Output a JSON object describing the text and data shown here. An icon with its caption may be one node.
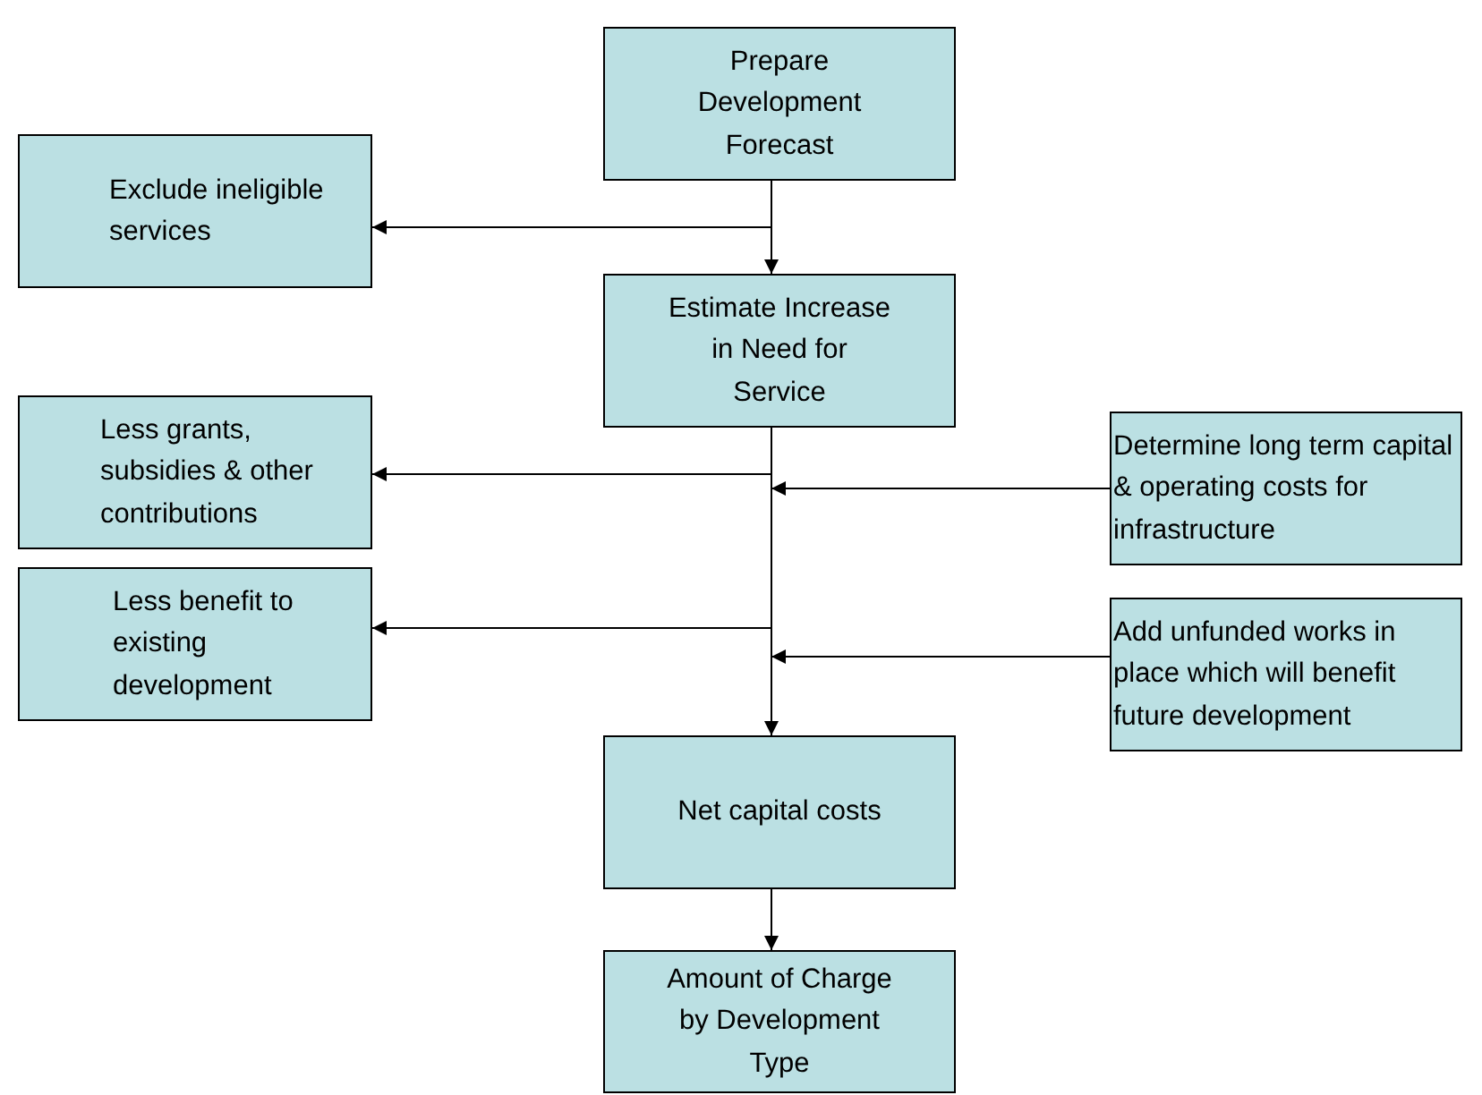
{
  "diagram": {
    "nodes": [
      {
        "text": [
          "Prepare Development Forecast"
        ]
      },
      {
        "text": [
          "Exclude ineligible services"
        ]
      },
      {
        "text": [
          "Estimate Increase in Need for Service"
        ]
      },
      {
        "text": [
          "Less grants, subsidies & other contributions"
        ]
      },
      {
        "text": [
          "Determine long term capital & operating costs for infrastructure"
        ]
      },
      {
        "text": [
          "Less benefit to existing development"
        ]
      },
      {
        "text": [
          "Add unfunded works in place which will benefit future development"
        ]
      },
      {
        "text": [
          "Net capital costs"
        ]
      },
      {
        "text": [
          "Amount of Charge by Development Type"
        ]
      }
    ],
    "edges": [
      {
        "from": 0,
        "to": 2,
        "arrow": "to"
      },
      {
        "from": 0,
        "to": 1,
        "arrow": "to"
      },
      {
        "from": 2,
        "to": 7,
        "arrow": "to"
      },
      {
        "from": 2,
        "to": 3,
        "arrow": "to"
      },
      {
        "from": 2,
        "to": 5,
        "arrow": "to"
      },
      {
        "from": 4,
        "to": 7,
        "arrow": "to"
      },
      {
        "from": 6,
        "to": 7,
        "arrow": "to"
      },
      {
        "from": 7,
        "to": 8,
        "arrow": "to"
      }
    ]
  }
}
